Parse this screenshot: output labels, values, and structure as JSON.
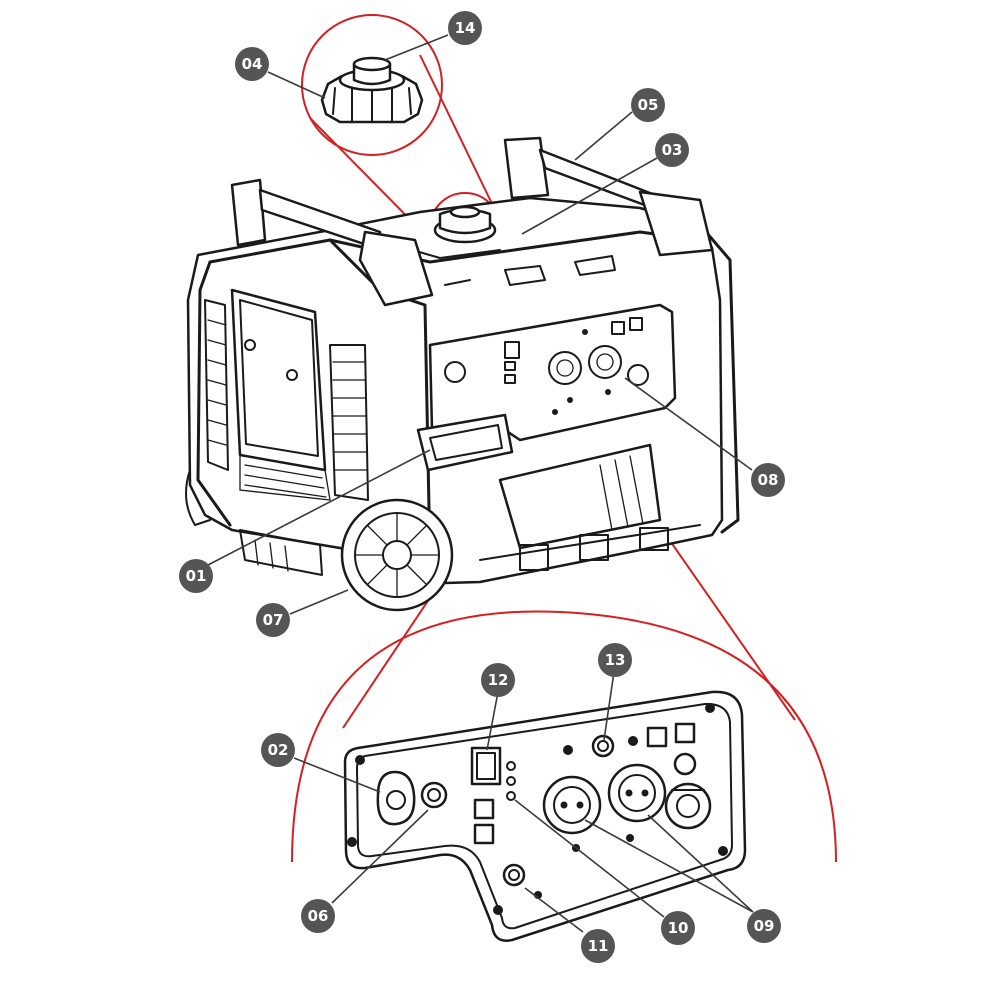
{
  "colors": {
    "badge": "#555555",
    "badge_text": "#ffffff",
    "callout": "#d42020",
    "line": "#1a1a1a"
  },
  "callouts": [
    {
      "label": "14"
    },
    {
      "label": "04"
    },
    {
      "label": "05"
    },
    {
      "label": "03"
    },
    {
      "label": "08"
    },
    {
      "label": "01"
    },
    {
      "label": "07"
    },
    {
      "label": "13"
    },
    {
      "label": "12"
    },
    {
      "label": "02"
    },
    {
      "label": "06"
    },
    {
      "label": "11"
    },
    {
      "label": "10"
    },
    {
      "label": "09"
    }
  ]
}
